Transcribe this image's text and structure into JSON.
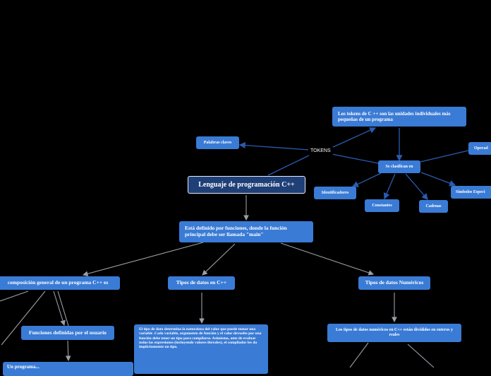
{
  "colors": {
    "background": "#000000",
    "node": "#3a7bd5",
    "main_node": "#1f3f77",
    "line": "#9aa0a8",
    "blue_line": "#2a5bb0"
  },
  "central": {
    "title": "Lenguaje de programación C++"
  },
  "tokens": {
    "label": "TOKENS",
    "palabras_clave": "Palabras claves",
    "definition": "Los tokens de C ++ son las unidades individuales más pequeñas de un programa",
    "se_clasifican": "Se clasifican en",
    "operadores": "Operad",
    "identificadores": "Identificadores",
    "constantes": "Constantes",
    "cadenas": "Cadenas",
    "simbolos": "Símbolos Especi"
  },
  "funciones": {
    "definido": "Está definido por funciones, donde la función principal debe ser llamada \"main\"",
    "composicion": "composición general de un programa C++ es",
    "funciones_usuario": "Funciones definidas por el usuario",
    "bottom_cut": "Un programa..."
  },
  "tipos": {
    "tipos_datos": "Tipos de datos en C++",
    "descripcion": "El tipo de dato determina la naturaleza del valor que puede tomar una variable .Cada variable, argumento de función y el valor devuelto por una función debe tener un tipo para compilarse. Asimismo, ante de evaluar todas las expresiones (incluyendo valores literales), el compilador les da implícitamente un tipo.",
    "numericos": "Tipos de datos Numéricos",
    "numericos_desc": "Los tipos de datos numéricos en C++ están divididos en enteros y reales"
  }
}
